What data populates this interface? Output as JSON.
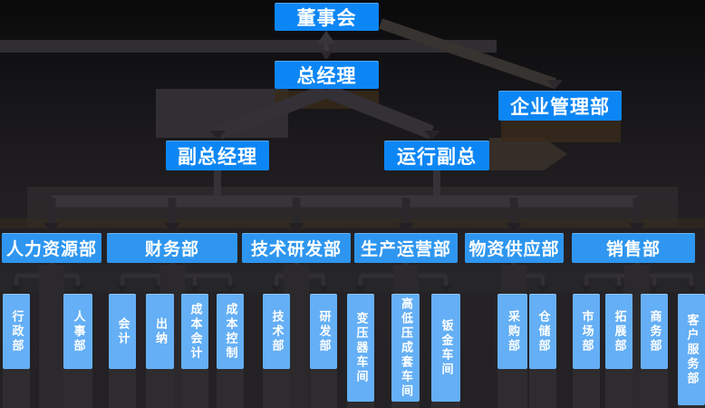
{
  "nodes": {
    "board": {
      "label": "董事会"
    },
    "gm": {
      "label": "总经理"
    },
    "emd": {
      "label": "企业管理部"
    },
    "dgm": {
      "label": "副总经理"
    },
    "ovp": {
      "label": "运行副总"
    },
    "hr": {
      "label": "人力资源部"
    },
    "finance": {
      "label": "财务部"
    },
    "rnd": {
      "label": "技术研发部"
    },
    "production": {
      "label": "生产运营部"
    },
    "supply": {
      "label": "物资供应部"
    },
    "sales": {
      "label": "销售部"
    },
    "admin": {
      "label": "行政部"
    },
    "personnel": {
      "label": "人事部"
    },
    "accounting": {
      "label": "会计"
    },
    "cashier": {
      "label": "出纳"
    },
    "cost_accounting": {
      "label": "成本会计"
    },
    "cost_control": {
      "label": "成本控制"
    },
    "tech": {
      "label": "技术部"
    },
    "rd_dept": {
      "label": "研发部"
    },
    "transformer": {
      "label": "变压器车间"
    },
    "hv_lv": {
      "label": "高低压成套车间"
    },
    "sheet_metal": {
      "label": "钣金车间"
    },
    "purchasing": {
      "label": "采购部"
    },
    "warehouse": {
      "label": "仓储部"
    },
    "market": {
      "label": "市场部"
    },
    "expansion": {
      "label": "拓展部"
    },
    "business": {
      "label": "商务部"
    },
    "customer_service": {
      "label": "客户服务部"
    }
  },
  "colors": {
    "level1_blue": "#0d86f5",
    "dept_blue": "#2e96f0",
    "child_blue": "#64aff5",
    "text": "#ffffff",
    "background": "#1c1a1c",
    "connector": "#37343a"
  }
}
